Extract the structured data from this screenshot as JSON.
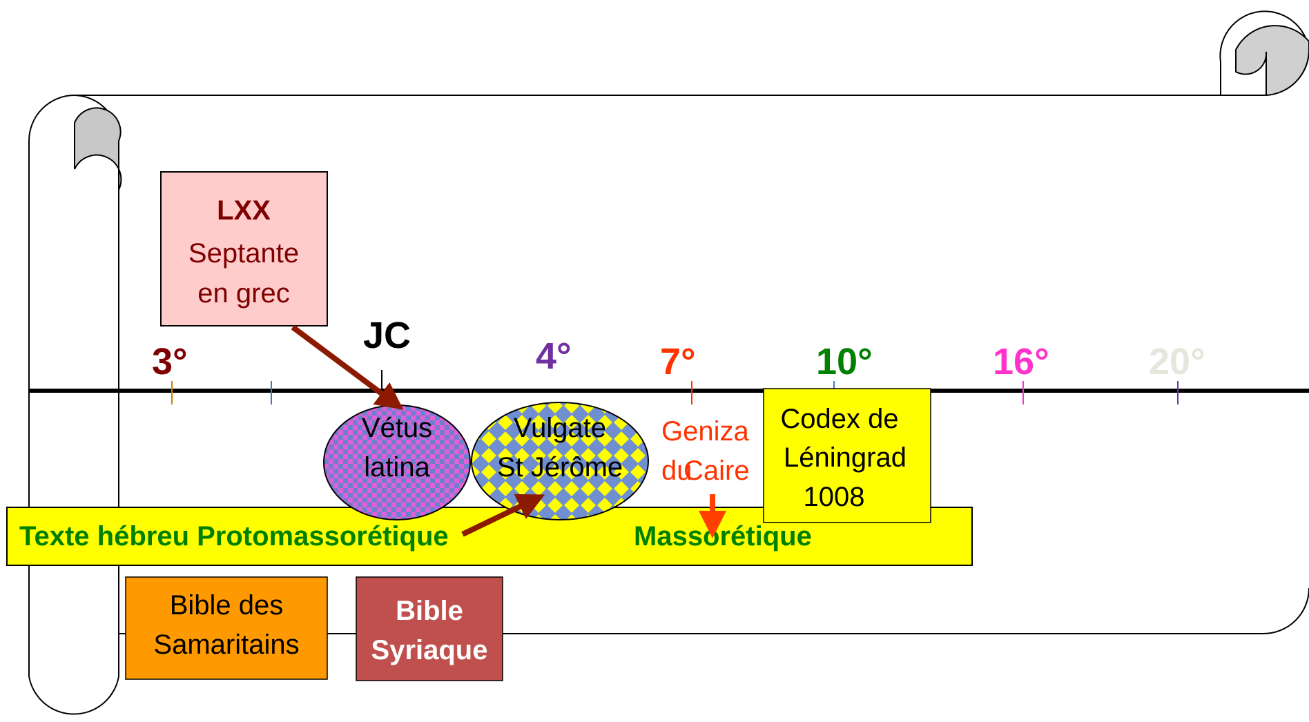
{
  "eras": {
    "c3": {
      "label": "3°",
      "color": "#7f0000"
    },
    "jc": {
      "label": "JC",
      "color": "#000000"
    },
    "c4": {
      "label": "4°",
      "color": "#7030a0"
    },
    "c7": {
      "label": "7°",
      "color": "#ff3300"
    },
    "c10": {
      "label": "10°",
      "color": "#008000"
    },
    "c16": {
      "label": "16°",
      "color": "#ff33cc"
    },
    "c20": {
      "label": "20°",
      "color": "#e6e6dc"
    }
  },
  "lxx": {
    "title": "LXX",
    "line1": "Septante",
    "line2": "en grec",
    "fill": "#ffcccc",
    "text_color": "#7f0000"
  },
  "vetus": {
    "line1": "Vétus",
    "line2": "latina"
  },
  "vulgate": {
    "line1": "Vulgate",
    "line2": "St Jérôme"
  },
  "geniza": {
    "line1": "Geniza",
    "small": "du",
    "line2": "Caire",
    "color": "#ff3300"
  },
  "codex": {
    "line1": "Codex de",
    "line2": "Léningrad",
    "line3": "1008",
    "fill": "#ffff00"
  },
  "band": {
    "left_label": "Texte hébreu Protomassorétique",
    "right_label": "Massorétique",
    "fill": "#ffff00",
    "text_color": "#008000"
  },
  "samaritains": {
    "line1": "Bible des",
    "line2": "Samaritains",
    "fill": "#ff9900"
  },
  "syriaque": {
    "line1": "Bible",
    "line2": "Syriaque",
    "fill": "#c0504d"
  },
  "arrow_color": "#8b1a00"
}
